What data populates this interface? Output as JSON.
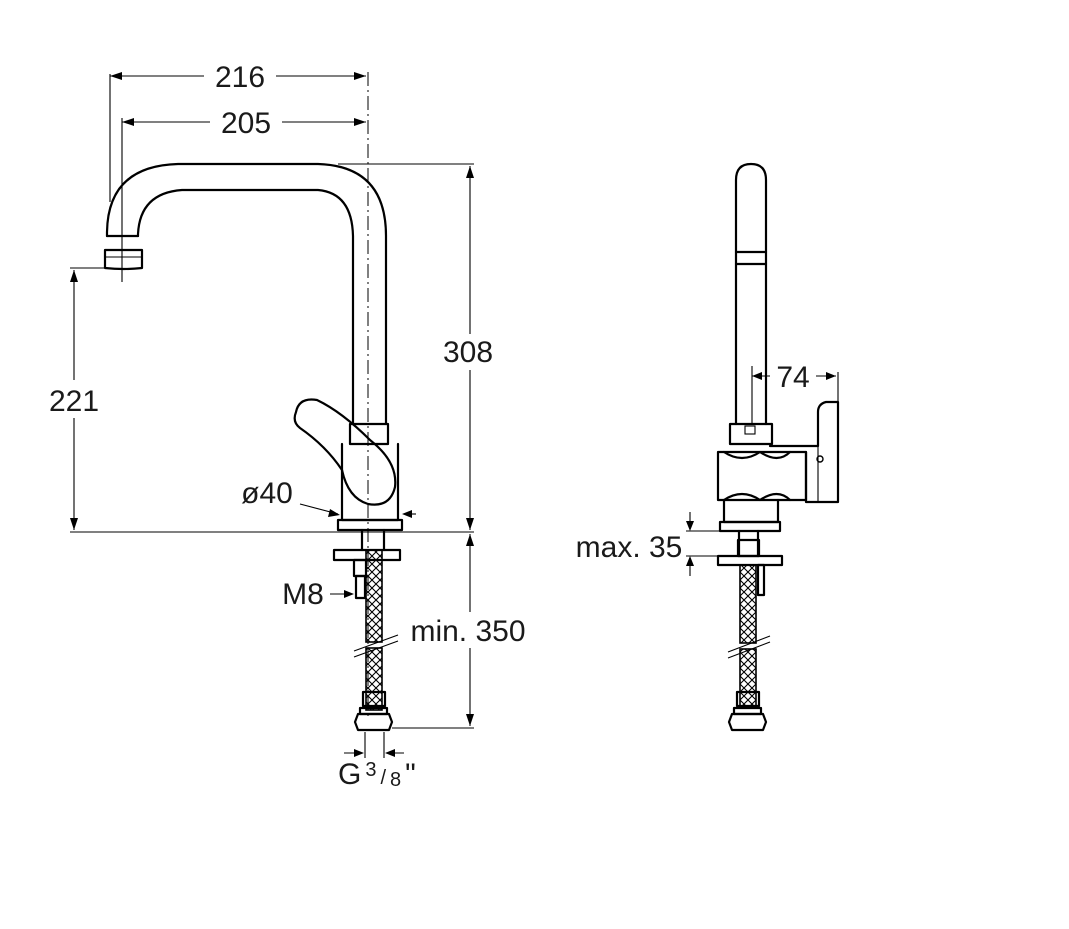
{
  "dimensions": {
    "d216": "216",
    "d205": "205",
    "d308": "308",
    "d221": "221",
    "d40": "ø40",
    "m8": "M8",
    "min350": "min. 350",
    "g": "G",
    "g_num": "3",
    "g_den": "8",
    "g_suffix": "\"",
    "d74": "74",
    "max35": "max. 35"
  }
}
